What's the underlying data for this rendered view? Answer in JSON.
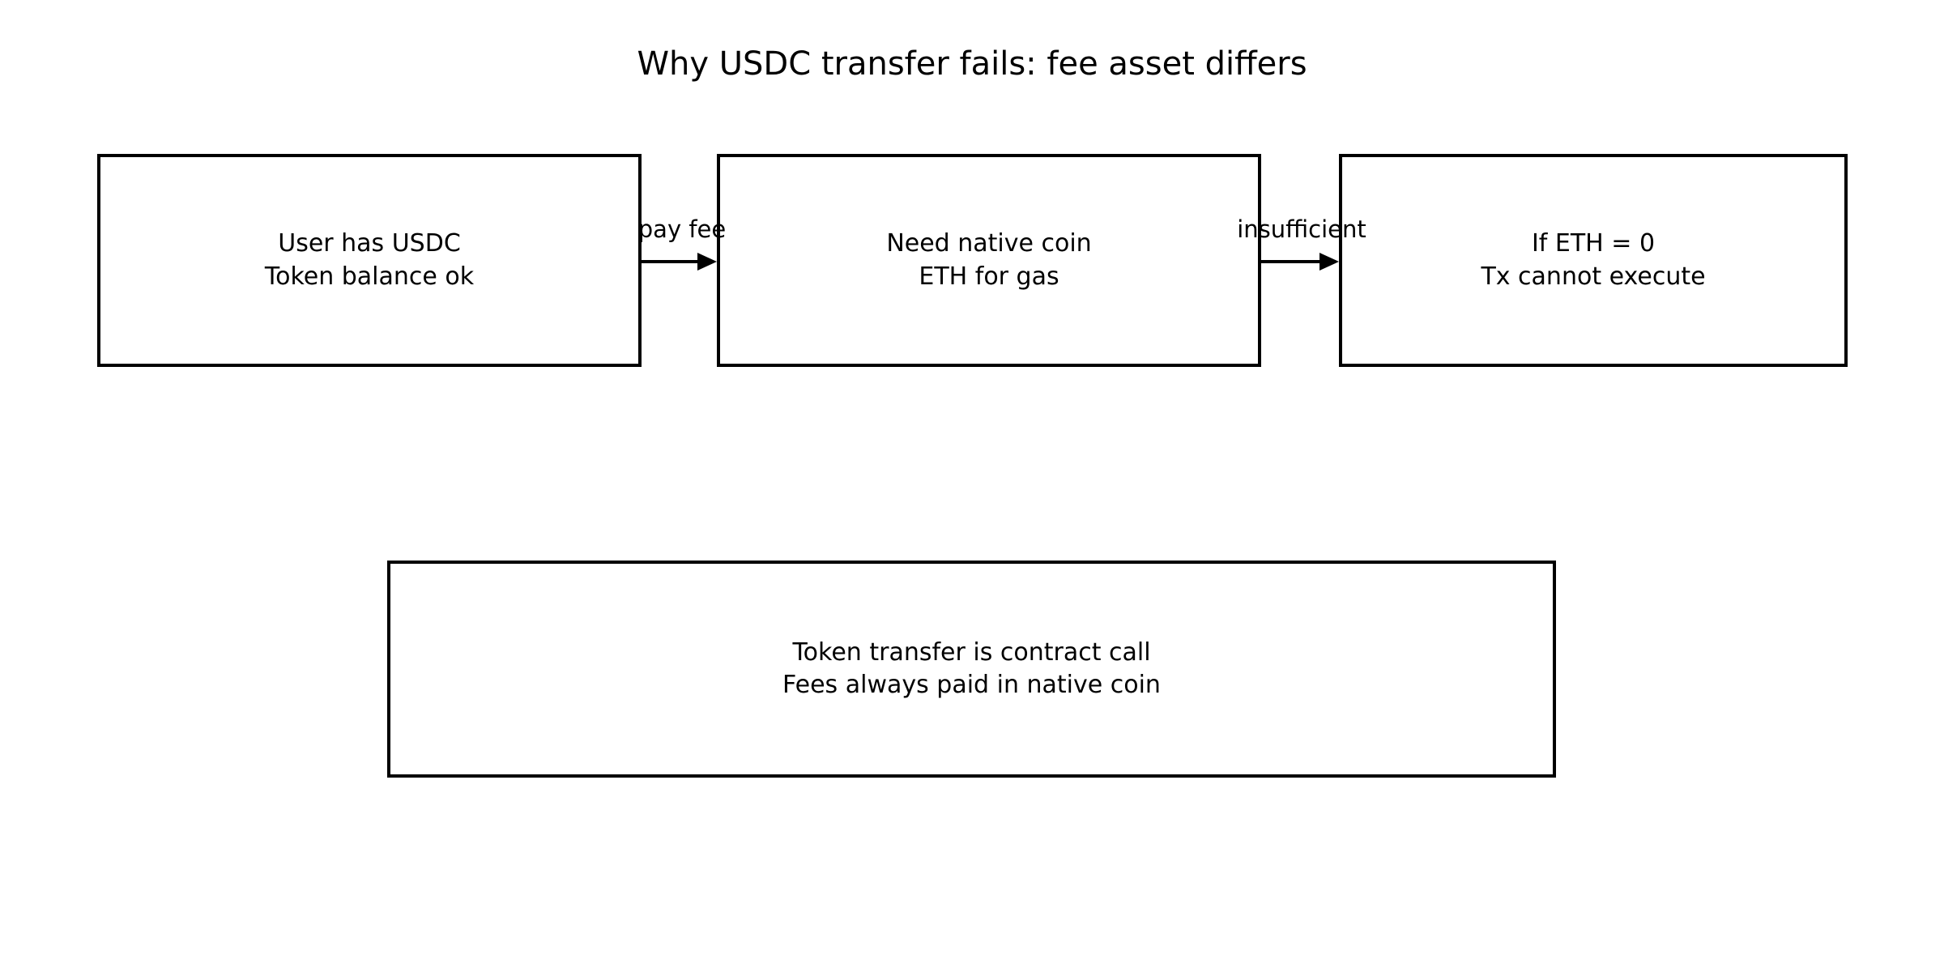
{
  "colors": {
    "background": "#ffffff",
    "node_border": "#000000",
    "text": "#000000",
    "arrow": "#000000"
  },
  "diagram": {
    "title": "Why USDC transfer fails: fee asset differs",
    "nodes": [
      {
        "id": "user-has-usdc",
        "lines": [
          "User has USDC",
          "Token balance ok"
        ]
      },
      {
        "id": "need-native-coin",
        "lines": [
          "Need native coin",
          "ETH for gas"
        ]
      },
      {
        "id": "if-eth-zero",
        "lines": [
          "If ETH = 0",
          "Tx cannot execute"
        ]
      },
      {
        "id": "token-transfer-note",
        "lines": [
          "Token transfer is contract call",
          "Fees always paid in native coin"
        ]
      }
    ],
    "edges": [
      {
        "from": "user-has-usdc",
        "to": "need-native-coin",
        "label": "pay fee"
      },
      {
        "from": "need-native-coin",
        "to": "if-eth-zero",
        "label": "insufficient"
      }
    ]
  }
}
